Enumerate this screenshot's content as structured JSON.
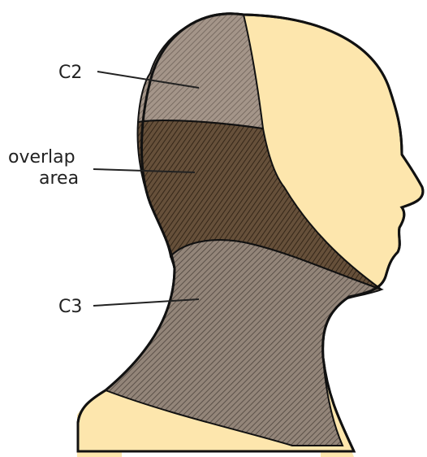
{
  "labels": {
    "c2": "C2",
    "overlap_line1": "overlap",
    "overlap_line2": "area",
    "c3": "C3"
  },
  "colors": {
    "skin": "#fde6ad",
    "outline": "#111111",
    "c2_region": "#9c8b80",
    "overlap_region": "#5e4732",
    "c3_region": "#8a7c74",
    "leader_line": "#222222"
  }
}
